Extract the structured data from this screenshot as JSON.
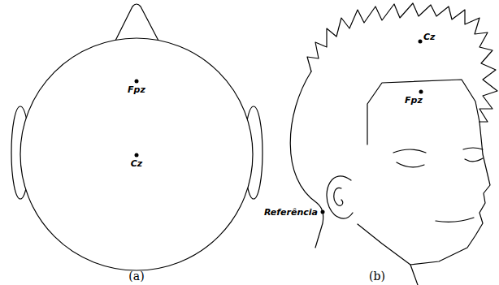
{
  "diagram": {
    "labels": [
      "Fpz",
      "Cz",
      "(a)",
      "Cz",
      "Fpz",
      "Referência",
      "(b)"
    ]
  }
}
